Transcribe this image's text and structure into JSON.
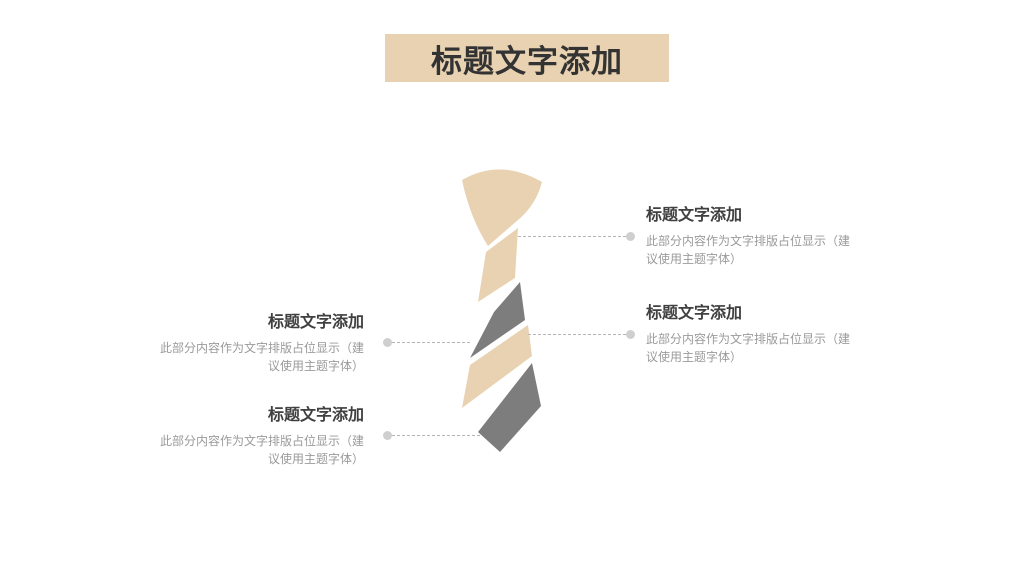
{
  "title": "标题文字添加",
  "colors": {
    "beige": "#e9d2b1",
    "gray": "#7d7d7d",
    "dot": "#cfcfcf",
    "line": "#b5b5b5"
  },
  "items": [
    {
      "title": "标题文字添加",
      "desc_line1": "此部分内容作为文字排版占位显示（建",
      "desc_line2": "议使用主题字体）"
    },
    {
      "title": "标题文字添加",
      "desc_line1": "此部分内容作为文字排版占位显示（建",
      "desc_line2": "议使用主题字体）"
    },
    {
      "title": "标题文字添加",
      "desc_line1": "此部分内容作为文字排版占位显示（建",
      "desc_line2": "议使用主题字体）"
    },
    {
      "title": "标题文字添加",
      "desc_line1": "此部分内容作为文字排版占位显示（建",
      "desc_line2": "议使用主题字体）"
    }
  ]
}
